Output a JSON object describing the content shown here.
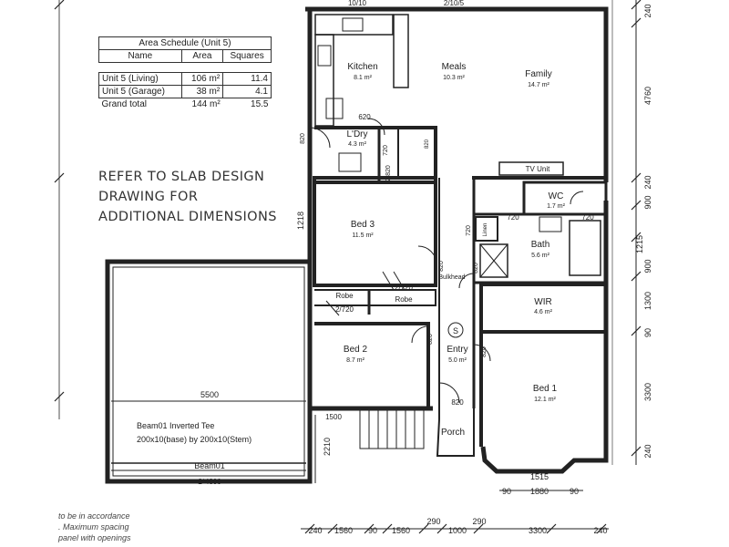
{
  "schedule": {
    "title": "Area Schedule (Unit 5)",
    "headers": [
      "Name",
      "Area",
      "Squares"
    ],
    "rows": [
      {
        "name": "Unit 5 (Living)",
        "area": "106 m²",
        "squares": "11.4"
      },
      {
        "name": "Unit 5 (Garage)",
        "area": "38 m²",
        "squares": "4.1"
      }
    ],
    "total": {
      "name": "Grand total",
      "area": "144 m²",
      "squares": "15.5"
    }
  },
  "note": [
    "REFER TO SLAB DESIGN",
    "DRAWING FOR",
    "ADDITIONAL DIMENSIONS"
  ],
  "footer_note": [
    "to be in accordance",
    ". Maximum spacing",
    "panel with openings"
  ],
  "rooms": [
    {
      "id": "kitchen",
      "name": "Kitchen",
      "area": "8.1 m²"
    },
    {
      "id": "meals",
      "name": "Meals",
      "area": "10.3 m²"
    },
    {
      "id": "family",
      "name": "Family",
      "area": "14.7 m²"
    },
    {
      "id": "ldry",
      "name": "L'Dry",
      "area": "4.3 m²"
    },
    {
      "id": "bed3",
      "name": "Bed 3",
      "area": "11.5 m²"
    },
    {
      "id": "wc",
      "name": "WC",
      "area": "1.7 m²"
    },
    {
      "id": "bath",
      "name": "Bath",
      "area": "5.6 m²"
    },
    {
      "id": "wir",
      "name": "WIR",
      "area": "4.6 m²"
    },
    {
      "id": "bed2",
      "name": "Bed 2",
      "area": "8.7 m²"
    },
    {
      "id": "entry",
      "name": "Entry",
      "area": "5.0 m²"
    },
    {
      "id": "bed1",
      "name": "Bed 1",
      "area": "12.1 m²"
    }
  ],
  "labels": {
    "porch": "Porch",
    "robe_left": "Robe",
    "robe_right": "Robe",
    "linen": "Linen",
    "tv_unit": "TV Unit",
    "bulkhead": "Bulkhead",
    "garage_dim": "5500",
    "beam_text1": "Beam01 Inverted Tee",
    "beam_text2": "200x10(base) by 200x10(Stem)",
    "beam_label": "Beam01",
    "beam_dim": "2*4800",
    "entry_symbol": "S"
  },
  "door_dims": {
    "ldry_top": "620",
    "ldry_door": "720",
    "ldry_side": "2/820",
    "wc": "720",
    "wc_side": "720",
    "linen_door": "720",
    "bed3_door": "820",
    "bath_door": "820",
    "robe_left": "2/720",
    "robe_right": "2/720",
    "bed2_door": "820",
    "entry_side": "820",
    "entry_front": "820",
    "stair": "1500",
    "left_door": "820",
    "left_door2": "820"
  },
  "dims_right": [
    "240",
    "4760",
    "240",
    "900",
    "1215",
    "900",
    "1300",
    "90",
    "3300",
    "240"
  ],
  "dims_left": [
    "1218",
    "2210"
  ],
  "dims_bottom": [
    "240",
    "1560",
    "90",
    "1560",
    "290",
    "1000",
    "290",
    "3300",
    "240"
  ],
  "dims_bay": [
    "1515",
    "90",
    "1880",
    "90"
  ],
  "dims_top": [
    "10/10",
    "2/10/5"
  ]
}
